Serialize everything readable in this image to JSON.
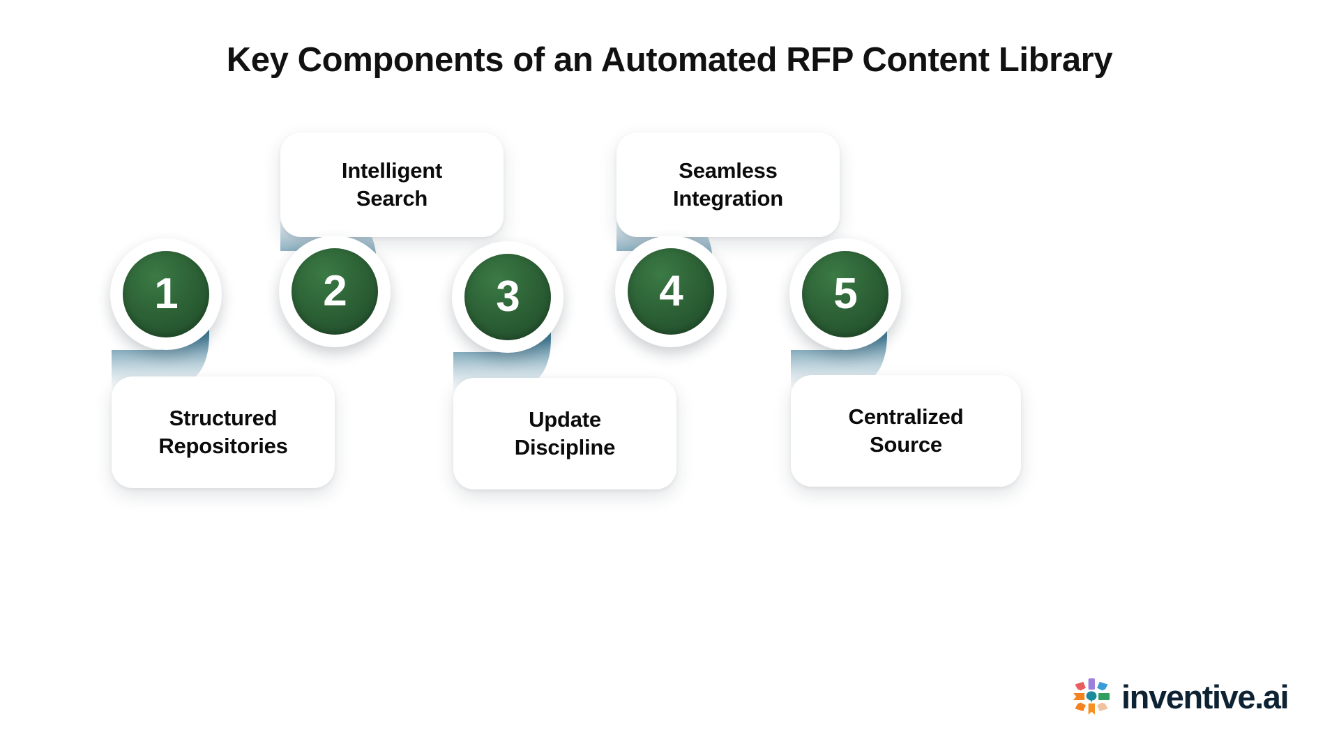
{
  "page": {
    "title": "Key Components of an Automated RFP Content Library",
    "background_color": "#ffffff"
  },
  "theme": {
    "badge_green": "#2d6236",
    "badge_green_light": "#3b7a45",
    "ribbon_teal": "#0d5574",
    "card_background": "#ffffff",
    "text_color": "#0b0b0b",
    "logo_text_color": "#0d2233"
  },
  "diagram": {
    "type": "numbered-step-zigzag",
    "step_count": 5,
    "steps": [
      {
        "number": "1",
        "label_line1": "Structured",
        "label_line2": "Repositories",
        "card_position": "below"
      },
      {
        "number": "2",
        "label_line1": "Intelligent",
        "label_line2": "Search",
        "card_position": "above"
      },
      {
        "number": "3",
        "label_line1": "Update",
        "label_line2": "Discipline",
        "card_position": "below"
      },
      {
        "number": "4",
        "label_line1": "Seamless",
        "label_line2": "Integration",
        "card_position": "above"
      },
      {
        "number": "5",
        "label_line1": "Centralized",
        "label_line2": "Source",
        "card_position": "below"
      }
    ]
  },
  "logo": {
    "text": "inventive.ai",
    "mark_name": "inventive-pinwheel-mark",
    "mark_colors": [
      "#ea5d5d",
      "#9b7ede",
      "#3a9bd9",
      "#f79020",
      "#2f9e5e",
      "#1b8a9c",
      "#f0c3a0",
      "#f58220"
    ]
  }
}
